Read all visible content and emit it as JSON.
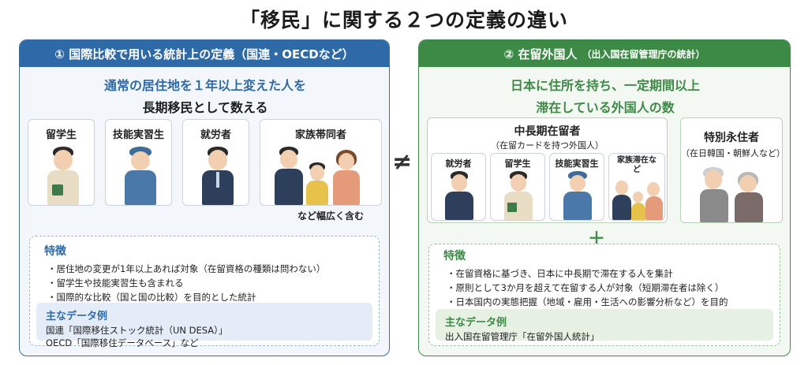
{
  "title": "「移民」に関する２つの定義の違い",
  "left": {
    "header": "① 国際比較で用いる統計上の定義（国連・OECDなど）",
    "lead1": "通常の居住地を１年以上変えた人を",
    "lead2": "長期移民として数える",
    "cards": [
      "留学生",
      "技能実習生",
      "就労者",
      "家族帯同者"
    ],
    "note": "など幅広く含む",
    "feature_title": "特徴",
    "features": [
      "居住地の変更が1年以上あれば対象（在留資格の種類は問わない）",
      "留学生や技能実習生も含まれる",
      "国際的な比較（国と国の比較）を目的とした統計"
    ],
    "data_title": "主なデータ例",
    "data_lines": [
      "国連「国際移住ストック統計（UN DESA）」",
      "OECD「国際移住データベース」など"
    ]
  },
  "neq": "≠",
  "right": {
    "header": "② 在留外国人",
    "header_sub": "（出入国在留管理庁の統計）",
    "lead1": "日本に住所を持ち、一定期間以上",
    "lead2": "滞在している外国人の数",
    "group1_title": "中長期在留者",
    "group1_sub": "（在留カードを持つ外国人）",
    "group1_cards": [
      "就労者",
      "留学生",
      "技能実習生",
      "家族滞在など"
    ],
    "group2_title": "特別永住者",
    "group2_sub": "（在日韓国・朝鮮人など）",
    "plus": "＋",
    "feature_title": "特徴",
    "features": [
      "在留資格に基づき、日本に中長期で滞在する人を集計",
      "原則として3か月を超えて在留する人が対象（短期滞在者は除く）",
      "日本国内の実態把握（地域・雇用・生活への影響分析など）を目的"
    ],
    "data_title": "主なデータ例",
    "data_lines": [
      "出入国在留管理庁「在留外国人統計」"
    ]
  }
}
